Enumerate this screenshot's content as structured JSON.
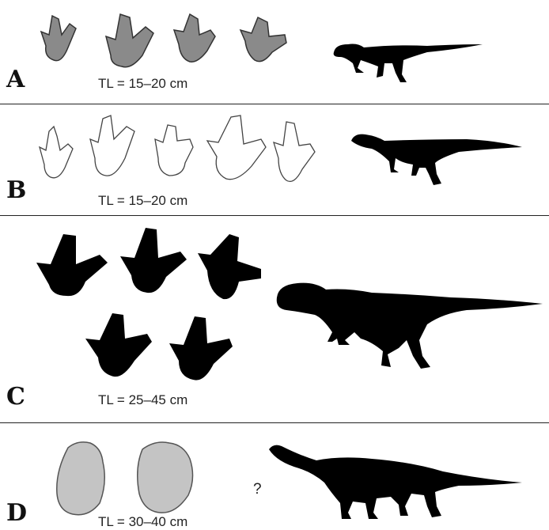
{
  "panels": [
    {
      "letter": "A",
      "length_label": "TL = 15–20 cm",
      "track_fill": "#8a8a8a",
      "track_stroke": "#333333"
    },
    {
      "letter": "B",
      "length_label": "TL = 15–20 cm",
      "track_fill": "#ffffff",
      "track_stroke": "#444444"
    },
    {
      "letter": "C",
      "length_label": "TL = 25–45 cm",
      "track_fill": "#000000",
      "track_stroke": "#000000"
    },
    {
      "letter": "D",
      "length_label": "TL = 30–40 cm",
      "track_fill": "#c4c4c4",
      "track_stroke": "#555555",
      "unknown_mark": "?"
    }
  ],
  "colors": {
    "silhouette": "#000000",
    "divider": "#222222"
  }
}
